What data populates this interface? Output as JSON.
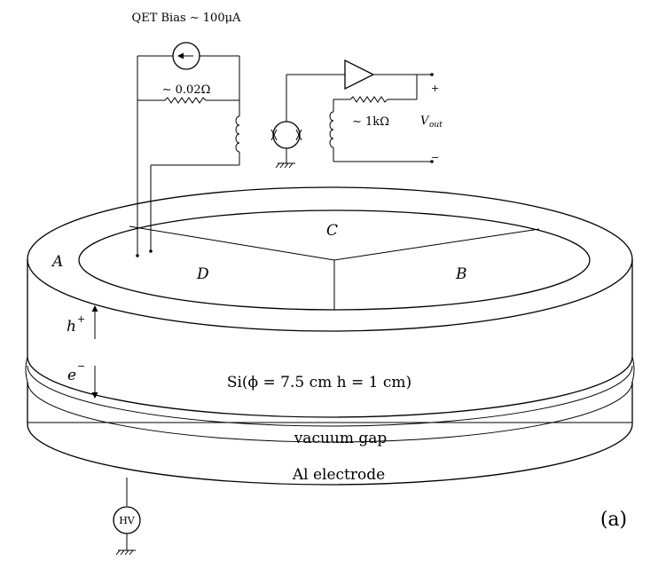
{
  "circuit": {
    "qet_bias": "QET Bias ∼ 100μA",
    "shunt_resistor": "∼ 0.02Ω",
    "feedback_resistor": "∼ 1kΩ",
    "vout": "V",
    "vout_sub": "out",
    "plus": "+",
    "minus": "−"
  },
  "detector": {
    "channel_a": "A",
    "channel_b": "B",
    "channel_c": "C",
    "channel_d": "D",
    "hole_label": "h",
    "hole_sup": "+",
    "electron_label": "e",
    "electron_sup": "−",
    "si_label": "Si(ϕ = 7.5 cm  h = 1 cm)",
    "vacuum_gap": "vacuum gap",
    "al_electrode": "Al electrode",
    "hv": "HV"
  },
  "panel_label": "(a)"
}
